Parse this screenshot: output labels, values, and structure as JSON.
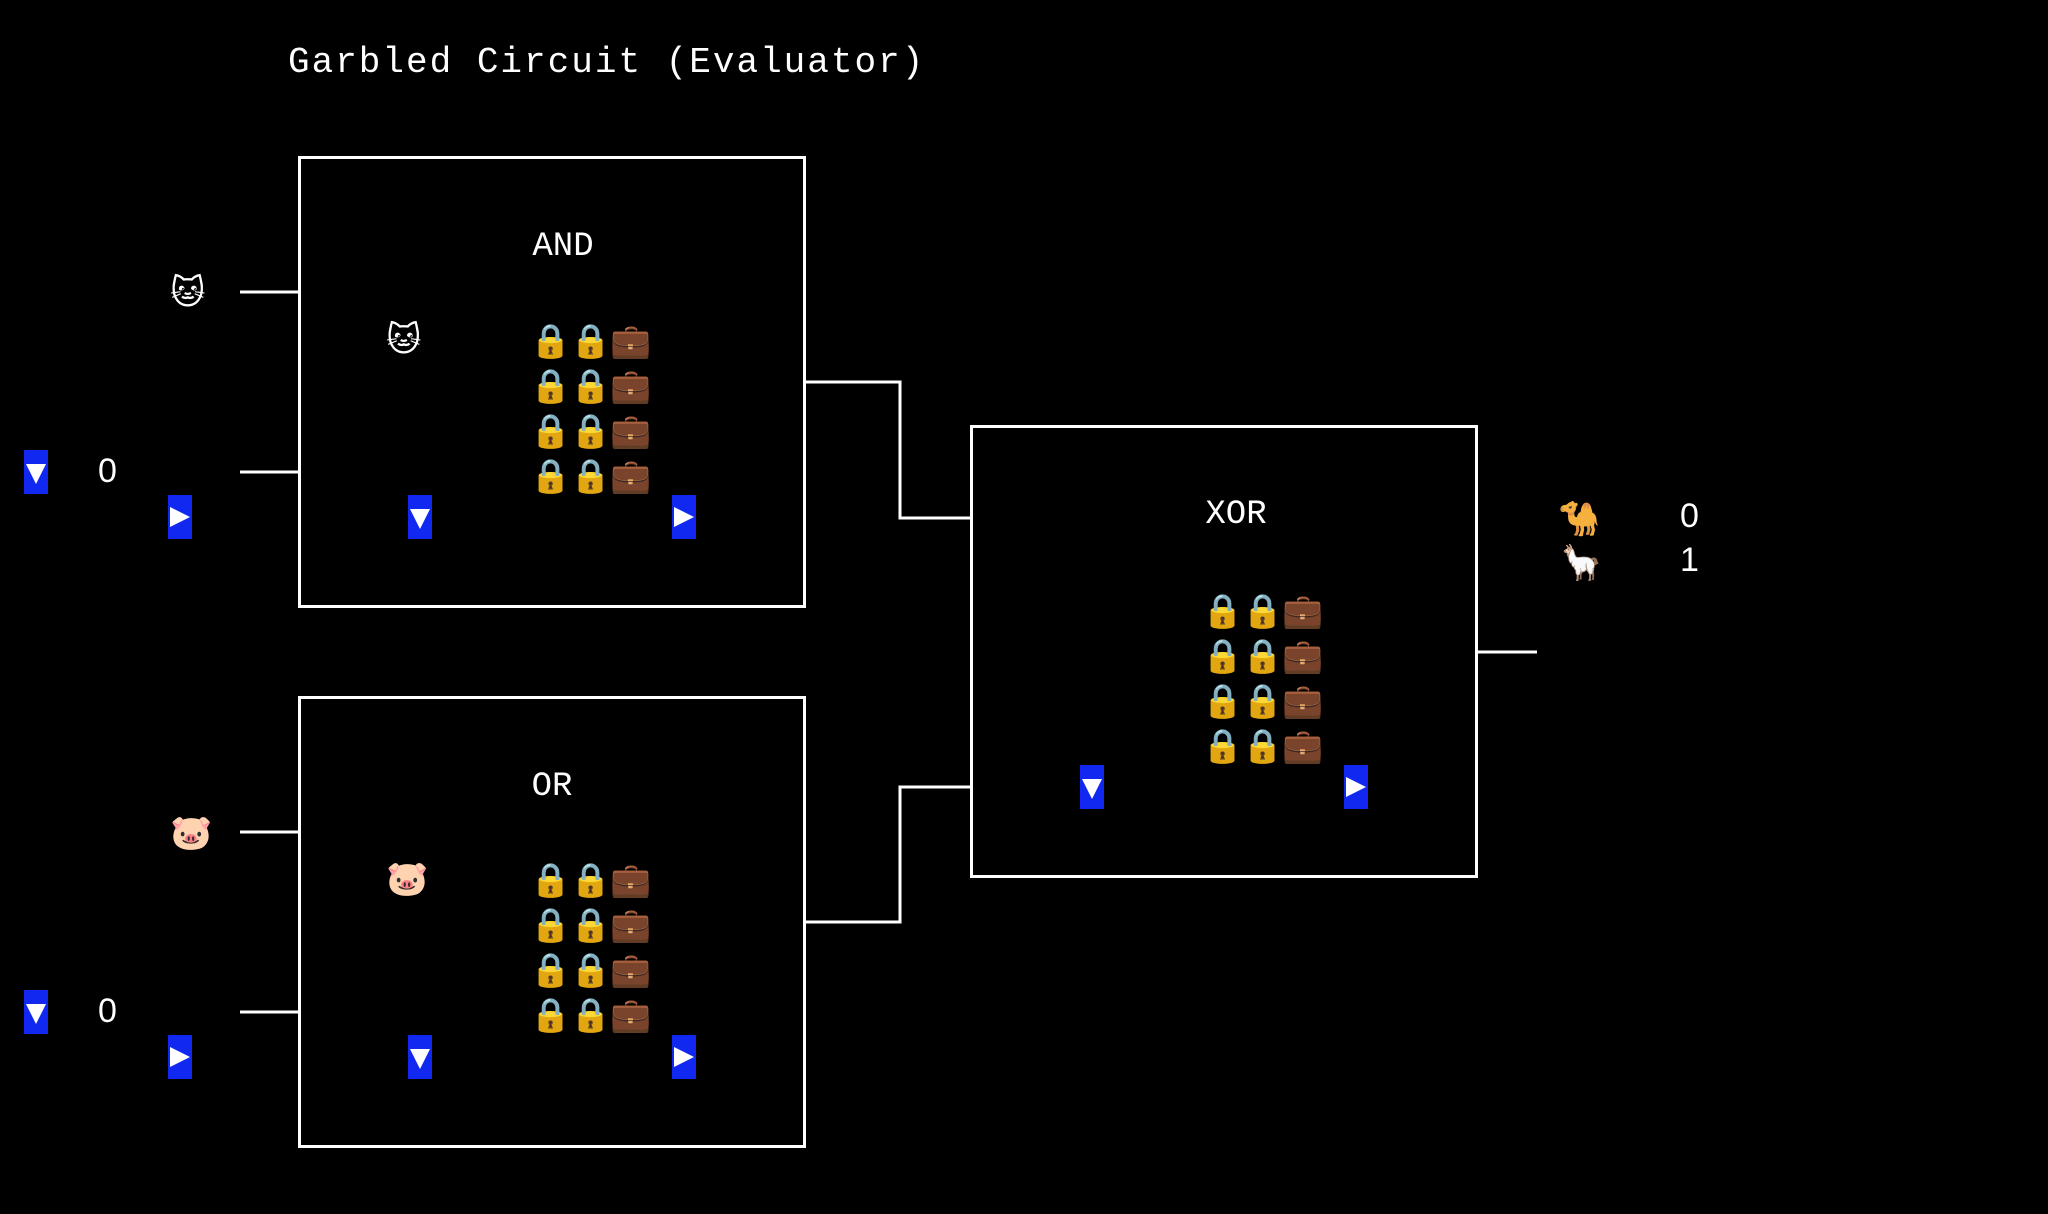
{
  "title": "Garbled Circuit (Evaluator)",
  "gates": {
    "and": {
      "label": "AND",
      "input_emoji": "🐱"
    },
    "or": {
      "label": "OR",
      "input_emoji": "🐷"
    },
    "xor": {
      "label": "XOR"
    }
  },
  "lock_icon": "🔒",
  "luggage_icon": "💼",
  "inputs": {
    "a": {
      "emoji": "🐱",
      "value": "0"
    },
    "b": {
      "emoji": "🐷",
      "value": "0"
    }
  },
  "outputs": [
    {
      "emoji": "🐪",
      "value": "0"
    },
    {
      "emoji": "🦙",
      "value": "1"
    }
  ],
  "colors": {
    "background": "#000000",
    "wire": "#ffffff",
    "button": "#1028f0"
  },
  "icons": {
    "down_button": "triangle-down-icon",
    "right_button": "triangle-right-icon"
  }
}
